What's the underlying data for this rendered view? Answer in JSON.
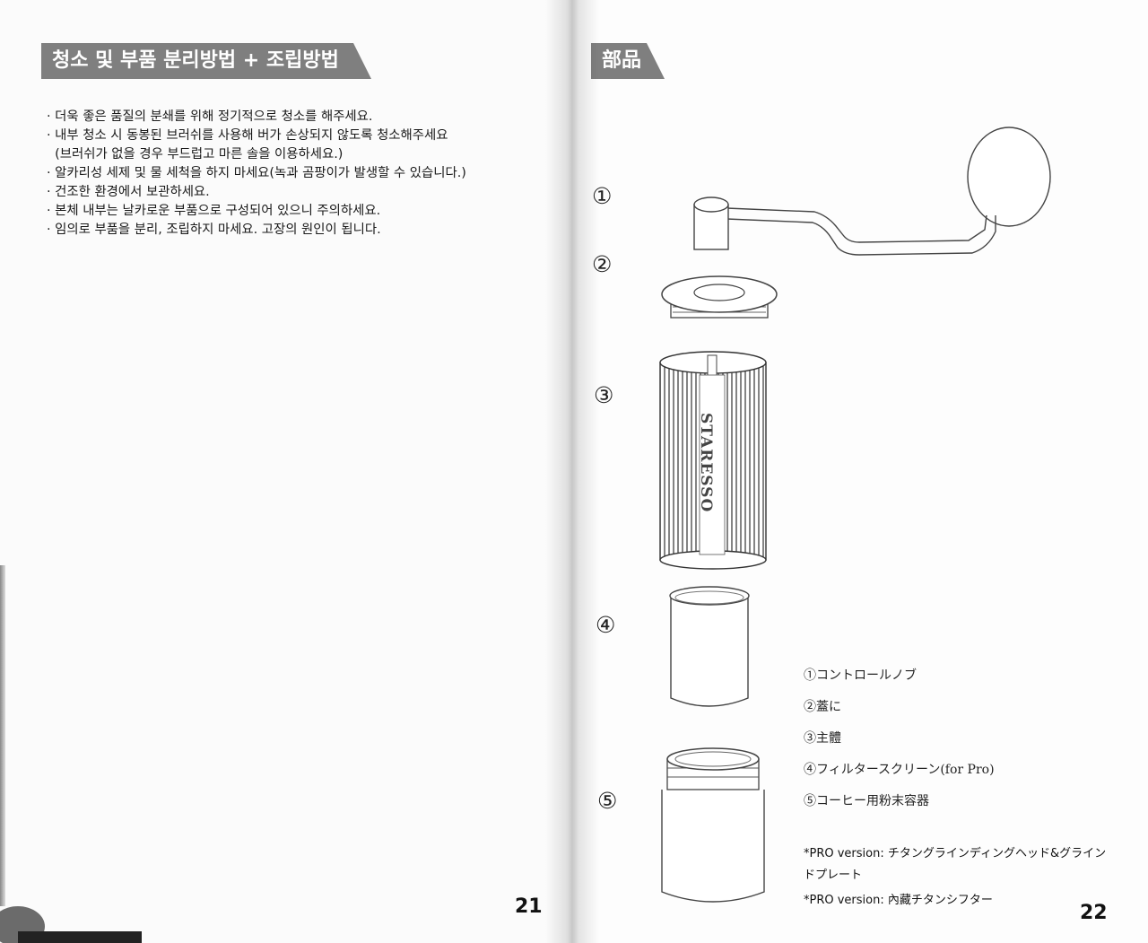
{
  "left_page": {
    "title": "청소 및 부품 분리방법 + 조립방법",
    "bullets": [
      "· 더욱 좋은 품질의 분쇄를 위해 정기적으로 청소를 해주세요.",
      "· 내부 청소 시 동봉된 브러쉬를 사용해 버가 손상되지 않도록 청소해주세요",
      "  (브러쉬가 없을 경우 부드럽고 마른 솔을 이용하세요.)",
      "· 알카리성 세제 및 물 세척을 하지 마세요(녹과 곰팡이가 발생할 수 있습니다.)",
      "· 건조한 환경에서 보관하세요.",
      "· 본체 내부는 날카로운 부품으로 구성되어 있으니 주의하세요.",
      "· 임의로 부품을 분리, 조립하지 마세요. 고장의 원인이 됩니다."
    ],
    "page_number": "21"
  },
  "right_page": {
    "title": "部品",
    "markers": [
      "①",
      "②",
      "③",
      "④",
      "⑤"
    ],
    "brand_on_body": "STARESSO",
    "legend": [
      "①コントロールノブ",
      "②蓋に",
      "③主體",
      "④フィルタースクリーン(for Pro)",
      "⑤コーヒー用粉末容器"
    ],
    "notes": [
      "*PRO version: チタングラインディングヘッド&グラインドプレート",
      "*PRO version: 內藏チタンシフター"
    ],
    "page_number": "22"
  }
}
